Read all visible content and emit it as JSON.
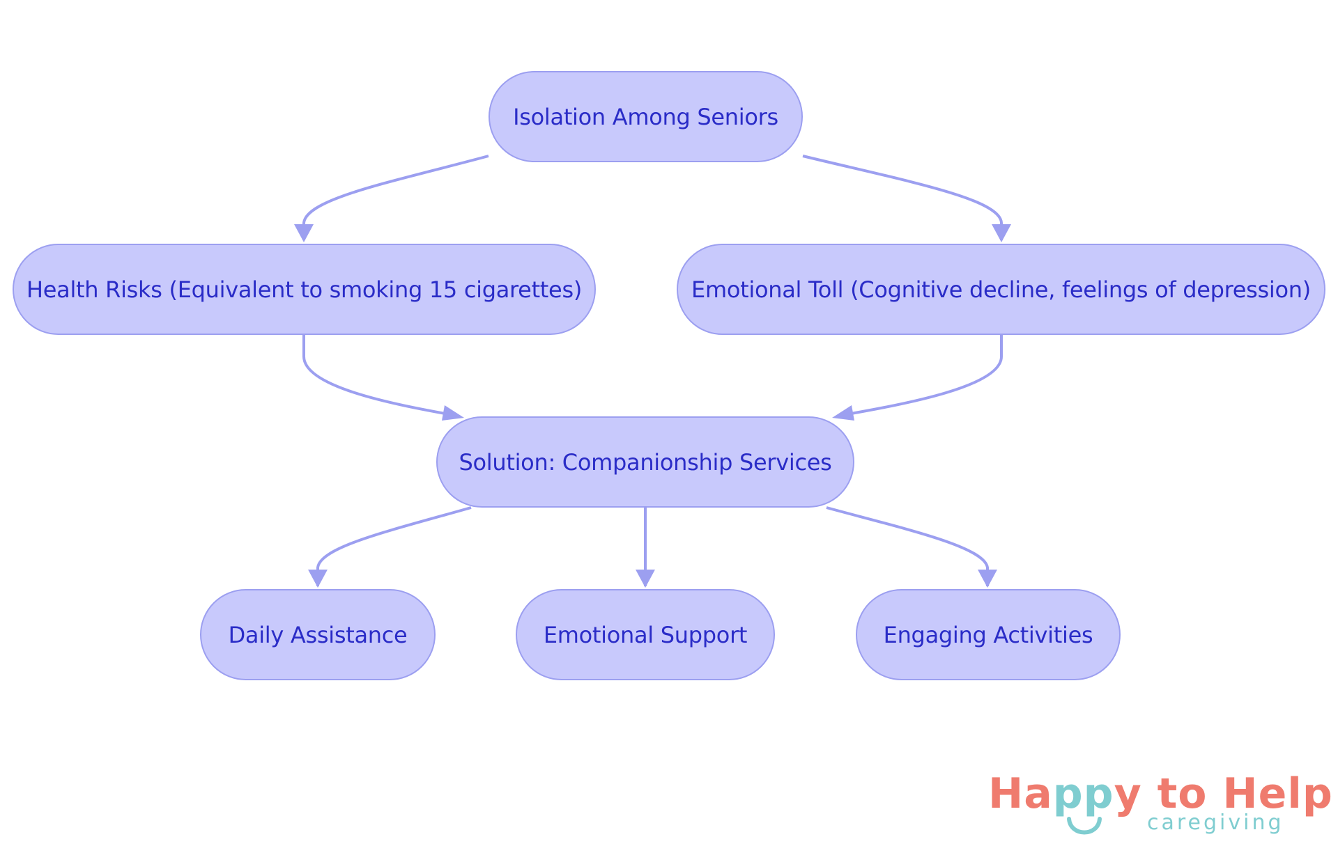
{
  "diagram": {
    "nodes": {
      "root": "Isolation Among Seniors",
      "health": "Health Risks (Equivalent to smoking 15 cigarettes)",
      "emotional_toll": "Emotional Toll (Cognitive decline, feelings of depression)",
      "solution": "Solution: Companionship Services",
      "daily": "Daily Assistance",
      "emotional_support": "Emotional Support",
      "engaging": "Engaging Activities"
    },
    "edges": [
      {
        "from": "root",
        "to": "health"
      },
      {
        "from": "root",
        "to": "emotional_toll"
      },
      {
        "from": "health",
        "to": "solution"
      },
      {
        "from": "emotional_toll",
        "to": "solution"
      },
      {
        "from": "solution",
        "to": "daily"
      },
      {
        "from": "solution",
        "to": "emotional_support"
      },
      {
        "from": "solution",
        "to": "engaging"
      }
    ]
  },
  "logo": {
    "part1": "Ha",
    "part2": "pp",
    "part3": "y to Help",
    "tagline": "caregiving"
  },
  "colors": {
    "node_fill": "#c8c9fc",
    "node_border": "#9c9ff0",
    "node_text": "#2a2cc7",
    "edge": "#9c9ff0",
    "logo_coral": "#ef7b6e",
    "logo_teal": "#7fcdd0"
  }
}
